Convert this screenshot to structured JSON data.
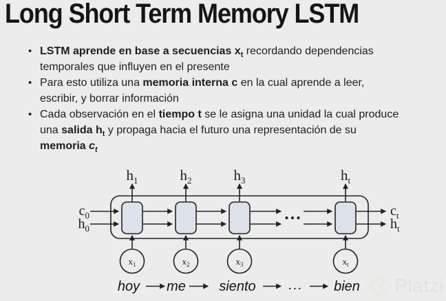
{
  "title": "Long Short Term Memory LSTM",
  "bullet_char": "•",
  "bullets": [
    {
      "segments": [
        {
          "t": "LSTM aprende en base a secuencias x",
          "b": 1
        },
        {
          "t": "t",
          "b": 1,
          "sub": 1
        },
        {
          "t": " recordando dependencias"
        },
        {
          "br": 1
        },
        {
          "t": "temporales que influyen en el presente"
        }
      ]
    },
    {
      "segments": [
        {
          "t": "Para esto utiliza una "
        },
        {
          "t": "memoria interna c",
          "b": 1
        },
        {
          "t": " en la cual aprende a leer,"
        },
        {
          "br": 1
        },
        {
          "t": "escribir, y borrar información"
        }
      ]
    },
    {
      "segments": [
        {
          "t": "Cada observación en el "
        },
        {
          "t": "tiempo t",
          "b": 1
        },
        {
          "t": " se le asigna una unidad la cual produce"
        },
        {
          "br": 1
        },
        {
          "t": "una "
        },
        {
          "t": "salida h",
          "b": 1
        },
        {
          "t": "t",
          "b": 1,
          "sub": 1
        },
        {
          "t": " y propaga hacia el futuro una representación de su"
        },
        {
          "br": 1
        },
        {
          "t": "memoria ",
          "b": 1
        },
        {
          "t": "c",
          "b": 1,
          "i": 1
        },
        {
          "t": "t",
          "b": 1,
          "i": 1,
          "sub": 1
        }
      ]
    }
  ],
  "diagram": {
    "top_labels": [
      {
        "base": "h",
        "sub": "1"
      },
      {
        "base": "h",
        "sub": "2"
      },
      {
        "base": "h",
        "sub": "3"
      },
      {
        "base": "h",
        "sub": "t"
      }
    ],
    "left_labels": [
      {
        "base": "c",
        "sub": "0"
      },
      {
        "base": "h",
        "sub": "0"
      }
    ],
    "right_labels": [
      {
        "base": "c",
        "sub": "t"
      },
      {
        "base": "h",
        "sub": "t"
      }
    ],
    "x_labels": [
      {
        "base": "x",
        "sub": "1"
      },
      {
        "base": "x",
        "sub": "2"
      },
      {
        "base": "x",
        "sub": "3"
      },
      {
        "base": "x",
        "sub": "t"
      }
    ],
    "words": [
      "hoy",
      "me",
      "siento",
      "...",
      "bien"
    ]
  },
  "watermark": {
    "text": "Platzi"
  },
  "colors": {
    "background": "#ececec",
    "text": "#1e1e1e",
    "title": "#151515",
    "diagram_stroke": "#222222",
    "cell_fill": "#dde1eb",
    "watermark": "#e2e2df",
    "watermark_logo": "#e7eae1"
  }
}
